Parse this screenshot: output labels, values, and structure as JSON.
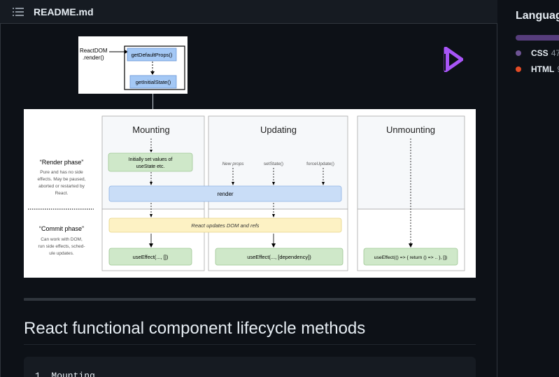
{
  "file_header": {
    "file_name": "README.md",
    "toc_icon": "list-icon"
  },
  "diagram1": {
    "caller": [
      "ReactDOM",
      ".render()"
    ],
    "box1": "getDefaultProps()",
    "box2": "getInitialState()"
  },
  "logo": {
    "icon": "brand-logo-icon",
    "color": "#a855f7"
  },
  "diagram2": {
    "phases": {
      "mounting": "Mounting",
      "updating": "Updating",
      "unmounting": "Unmounting"
    },
    "render_phase": {
      "title": "“Render phase”",
      "desc": [
        "Pure and has no side",
        "effects. May be paused,",
        "aborted or restarted by",
        "React."
      ]
    },
    "commit_phase": {
      "title": "“Commit phase”",
      "desc": [
        "Can work with DOM,",
        "run side effects, sched-",
        "ule updates."
      ]
    },
    "init_state": [
      "Initially set values of",
      "useState etc."
    ],
    "triggers": {
      "new_props": "New props",
      "set_state": "setState()",
      "force_update": "forceUpdate()"
    },
    "render": "render",
    "dom_update": "React updates DOM and refs",
    "effects": {
      "mount": "useEffect(..., [])",
      "update": "useEffect(..., [dependency])",
      "unmount": "useEffect(() => { return () => .. }, [])"
    }
  },
  "section": {
    "heading": "React functional component lifecycle methods",
    "code_first_line": "1. Mounting"
  },
  "sidebar": {
    "title": "Languages",
    "languages": [
      {
        "name": "CSS",
        "percent": "47",
        "color": "#563d7c"
      },
      {
        "name": "HTML",
        "percent": "9",
        "color": "#e34c26"
      }
    ]
  }
}
